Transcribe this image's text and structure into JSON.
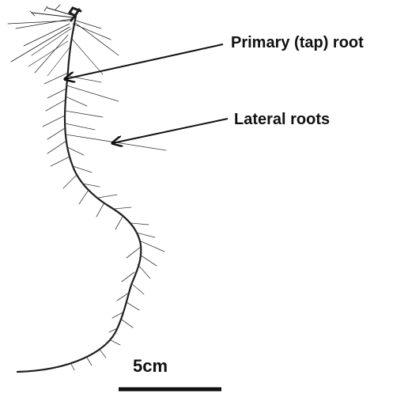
{
  "annotations": {
    "primary_label": "Primary (tap) root",
    "lateral_label": "Lateral roots"
  },
  "scale_bar": {
    "label": "5cm"
  },
  "colors": {
    "root": "#1e1e1e",
    "lateral": "#3a3a3a",
    "text": "#111111",
    "background": "#ffffff"
  }
}
